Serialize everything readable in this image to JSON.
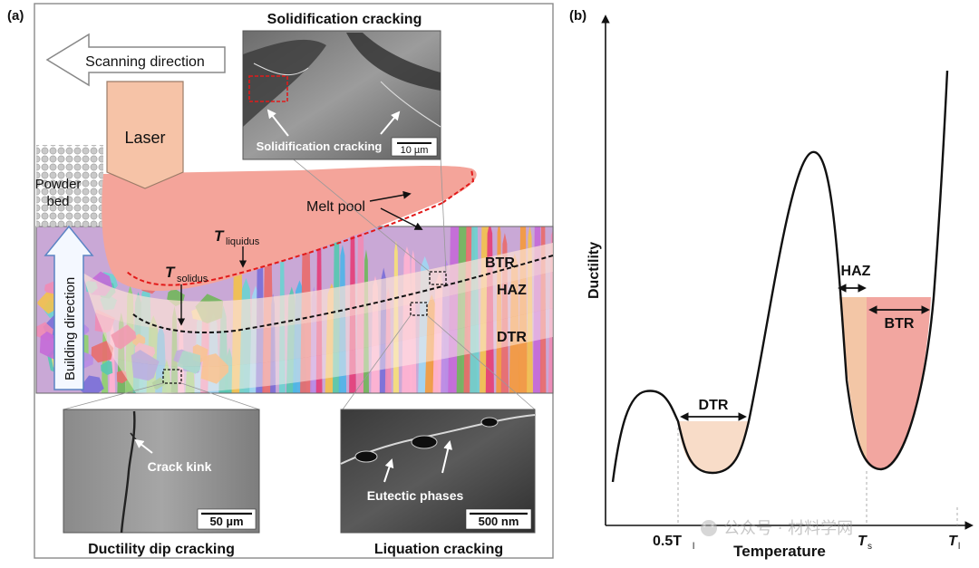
{
  "panel_a": {
    "label": "(a)",
    "scanning_direction": "Scanning direction",
    "laser": "Laser",
    "powder_bed": [
      "Powder",
      "bed"
    ],
    "building_direction": "Building direction",
    "melt_pool": "Melt pool",
    "t_liquidus": {
      "main": "T",
      "sub": "liquidus"
    },
    "t_solidus": {
      "main": "T",
      "sub": "solidus"
    },
    "zones": [
      "BTR",
      "HAZ",
      "DTR"
    ],
    "insets": {
      "solidification": {
        "title": "Solidification cracking",
        "caption": "Solidification cracking",
        "scale": "10 µm"
      },
      "ductility_dip": {
        "title": "Ductility dip cracking",
        "caption": "Crack kink",
        "scale": "50 µm"
      },
      "liquation": {
        "title": "Liquation cracking",
        "caption": "Eutectic phases",
        "scale": "500 nm"
      }
    }
  },
  "panel_b": {
    "label": "(b)",
    "ylabel": "Ductility",
    "xlabel": "Temperature",
    "ticks": {
      "t_half": {
        "main": "0.5T",
        "sub": "l"
      },
      "t_s": {
        "main": "T",
        "sub": "s"
      },
      "t_l": {
        "main": "T",
        "sub": "l"
      }
    },
    "zones": {
      "dtr": "DTR",
      "haz": "HAZ",
      "btr": "BTR"
    }
  },
  "watermark": "公众号 · 材料学网",
  "colors": {
    "melt_pool": "#f4a49a",
    "dtr_fill": "#f8dcc8",
    "haz_fill": "#f3c6a6",
    "btr_fill": "#f2a6a0",
    "laser": "#f6c3a7",
    "isotherm_liquidus": "#e21a1a"
  }
}
